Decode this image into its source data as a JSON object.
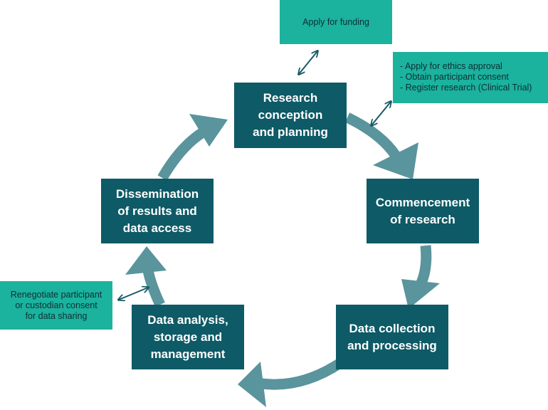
{
  "stages": {
    "planning": "Research\nconception\nand planning",
    "commencement": "Commencement\nof research",
    "collection": "Data collection\nand processing",
    "analysis": "Data analysis,\nstorage and\nmanagement",
    "dissemination": "Dissemination\nof results and\ndata access"
  },
  "notes": {
    "funding": "Apply for funding",
    "ethics": "- Apply for ethics approval\n- Obtain participant consent\n- Register research (Clinical Trial)",
    "consent": "Renegotiate participant\nor custodian consent\nfor data sharing"
  },
  "colors": {
    "stage_fill": "#0e5a66",
    "note_fill": "#1bb29e",
    "cycle_arrow": "#5a949c",
    "link_arrow": "#165a66"
  }
}
